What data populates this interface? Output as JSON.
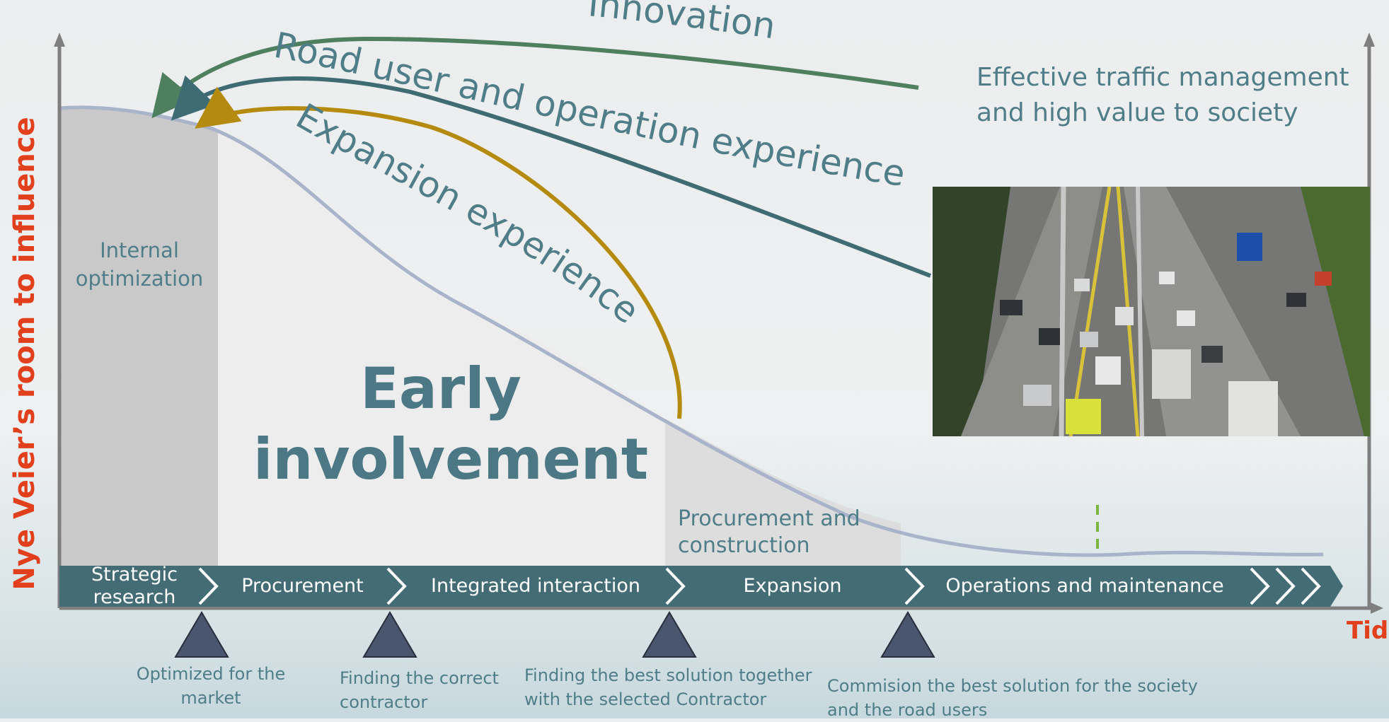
{
  "y_axis_label": "Nye Veier’s room to influence",
  "x_axis_label": "Tid",
  "zones": {
    "internal": "Internal optimization",
    "early": "Early involvement",
    "procurement_construction": "Procurement and construction",
    "value": "Effective traffic management and high value to society"
  },
  "feedback_arrows": [
    {
      "label": "Innovation",
      "color": "#4e8060"
    },
    {
      "label": "Road user and operation experience",
      "color": "#3f6b73"
    },
    {
      "label": "Expansion experience",
      "color": "#b48b0f"
    }
  ],
  "phases": [
    "Strategic research",
    "Procurement",
    "Integrated interaction",
    "Expansion",
    "Operations and maintenance"
  ],
  "milestones": [
    "Optimized for the market",
    "Finding the correct contractor",
    "Finding the best solution together with the selected Contractor",
    "Commision the best solution for the society and the road users"
  ],
  "colors": {
    "phase_bar": "#436c74",
    "influence_curve": "#a9b3ca",
    "axis": "#7f7f7f",
    "accent_red": "#e2401c",
    "milestone_marker": "#4a556e",
    "dashed_marker": "#7db543"
  },
  "photo": {
    "description_icon": "highway-traffic-photo"
  }
}
